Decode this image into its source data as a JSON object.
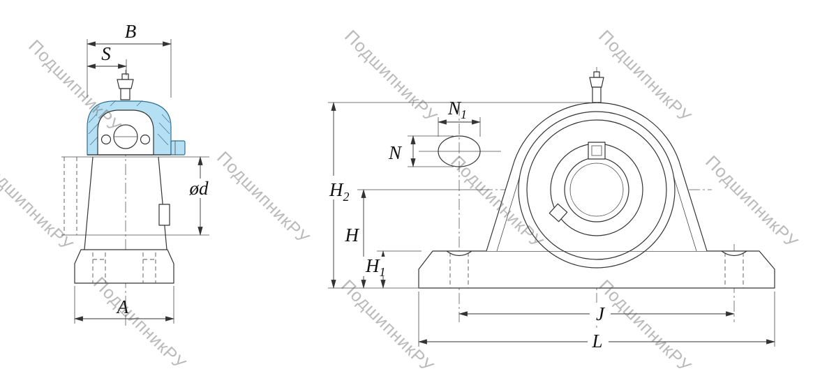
{
  "watermark": {
    "text": "ПодшипникРУ"
  },
  "left_view": {
    "labels": {
      "B": "B",
      "S": "S",
      "bore": "ød",
      "A": "A"
    }
  },
  "right_view": {
    "labels": {
      "N1_main": "N",
      "N1_sub": "1",
      "N": "N",
      "H2_main": "H",
      "H2_sub": "2",
      "H": "H",
      "H1_main": "H",
      "H1_sub": "1",
      "J": "J",
      "L": "L"
    }
  }
}
